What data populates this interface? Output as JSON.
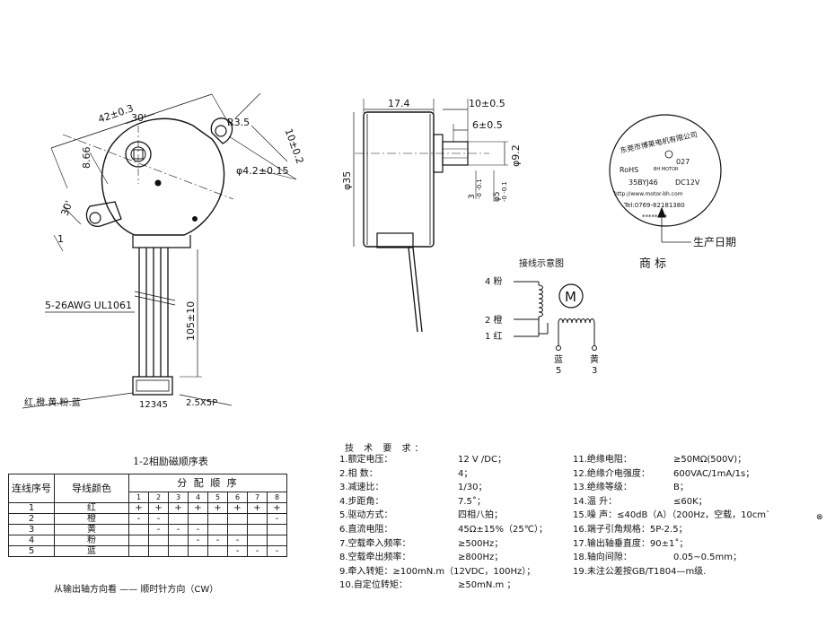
{
  "front_view": {
    "dim_width": "42±0.3",
    "dim_angle": "30'",
    "dim_radius": "R3.5",
    "dim_mount": "10±0.2",
    "dim_offset": "8.66",
    "dim_hole": "φ4.2±0.15",
    "dim_angle2": "30'",
    "dim_small": "1"
  },
  "cable": {
    "wire_spec": "5-26AWG UL1061",
    "length": "105±10",
    "colors_label": "红.橙.黄.粉.蓝",
    "pins_label": "12345",
    "connector_label": "2.5X5P"
  },
  "side_view": {
    "dim_depth": "17.4",
    "dim_shaft_len": "10±0.5",
    "dim_flat_len": "6±0.5",
    "dim_diameter": "φ35",
    "dim_shaft_dia": "φ9.2",
    "dim_flat": "3",
    "dim_flat_tol": "-0\n-0.1",
    "dim_shaft": "φ5",
    "dim_shaft_tol": "-0\n-0.1"
  },
  "label": {
    "company": "东莞市博莱电机有限公司",
    "rohs": "RoHS",
    "code": "027",
    "brand_small": "BH MOTOR",
    "model": "35BYJ46",
    "voltage": "DC12V",
    "url": "http://www.motor-bh.com",
    "tel": "Tel:0769-82181380",
    "stars": "********",
    "production_date_label": "生产日期",
    "trademark_label": "商      标"
  },
  "wiring": {
    "title": "接线示意图",
    "motor_symbol": "M",
    "pin4": "4  粉",
    "pin2": "2  橙",
    "pin1": "1  红",
    "blue_label": "蓝",
    "blue_num": "5",
    "yellow_label": "黄",
    "yellow_num": "3"
  },
  "phase_table": {
    "title": "1-2相励磁顺序表",
    "col1": "连线序号",
    "col2": "导线颜色",
    "seq_header": "分 配 顺 序",
    "steps": [
      "1",
      "2",
      "3",
      "4",
      "5",
      "6",
      "7",
      "8"
    ],
    "rows": [
      {
        "num": "1",
        "color": "红",
        "cells": [
          "+",
          "+",
          "+",
          "+",
          "+",
          "+",
          "+",
          "+"
        ]
      },
      {
        "num": "2",
        "color": "橙",
        "cells": [
          "-",
          "-",
          "",
          "",
          "",
          "",
          "",
          "-"
        ]
      },
      {
        "num": "3",
        "color": "黄",
        "cells": [
          "",
          "-",
          "-",
          "-",
          "",
          "",
          "",
          ""
        ]
      },
      {
        "num": "4",
        "color": "粉",
        "cells": [
          "",
          "",
          "",
          "-",
          "-",
          "-",
          "",
          ""
        ]
      },
      {
        "num": "5",
        "color": "蓝",
        "cells": [
          "",
          "",
          "",
          "",
          "",
          "-",
          "-",
          "-"
        ]
      }
    ],
    "caption": "从输出轴方向看 —— 顺时针方向（CW）"
  },
  "specs": {
    "title": "技 术 要 求：",
    "left": [
      {
        "label": "1.额定电压：",
        "value": "12  V  /DC；"
      },
      {
        "label": "2.相      数：",
        "value": "4；"
      },
      {
        "label": "3.减速比：",
        "value": "1/30；"
      },
      {
        "label": "4.步距角：",
        "value": "7.5˚；"
      },
      {
        "label": "5.驱动方式：",
        "value": "四相八拍；"
      },
      {
        "label": "6.直流电阻：",
        "value": "45Ω±15%（25℃）；"
      },
      {
        "label": "7.空载牵入频率：",
        "value": "≥500Hz；"
      },
      {
        "label": "8.空载牵出频率：",
        "value": "≥800Hz；"
      },
      {
        "label": "9.牵入转矩：≥100mN.m（12VDC，100Hz）；",
        "value": ""
      },
      {
        "label": "10.自定位转矩：",
        "value": "≥50mN.m    ；"
      }
    ],
    "right": [
      {
        "label": "11.绝缘电阻：",
        "value": "≥50MΩ(500V)；"
      },
      {
        "label": "12.绝缘介电强度：",
        "value": "600VAC/1mA/1s；"
      },
      {
        "label": "13.绝缘等级：",
        "value": "B；"
      },
      {
        "label": "14.温      升：",
        "value": "≤60K；"
      },
      {
        "label": "15.噪      声：≤40dB（A）（200Hz，空载，10cm`",
        "value": ""
      },
      {
        "label": "16.端子引角规格：5P-2.5；",
        "value": ""
      },
      {
        "label": "17.输出轴垂直度：90±1˚；",
        "value": ""
      },
      {
        "label": "18.轴向间隙：",
        "value": "0.05~0.5mm；"
      },
      {
        "label": "19.未注公差按GB/T1804—m级.",
        "value": ""
      }
    ]
  }
}
